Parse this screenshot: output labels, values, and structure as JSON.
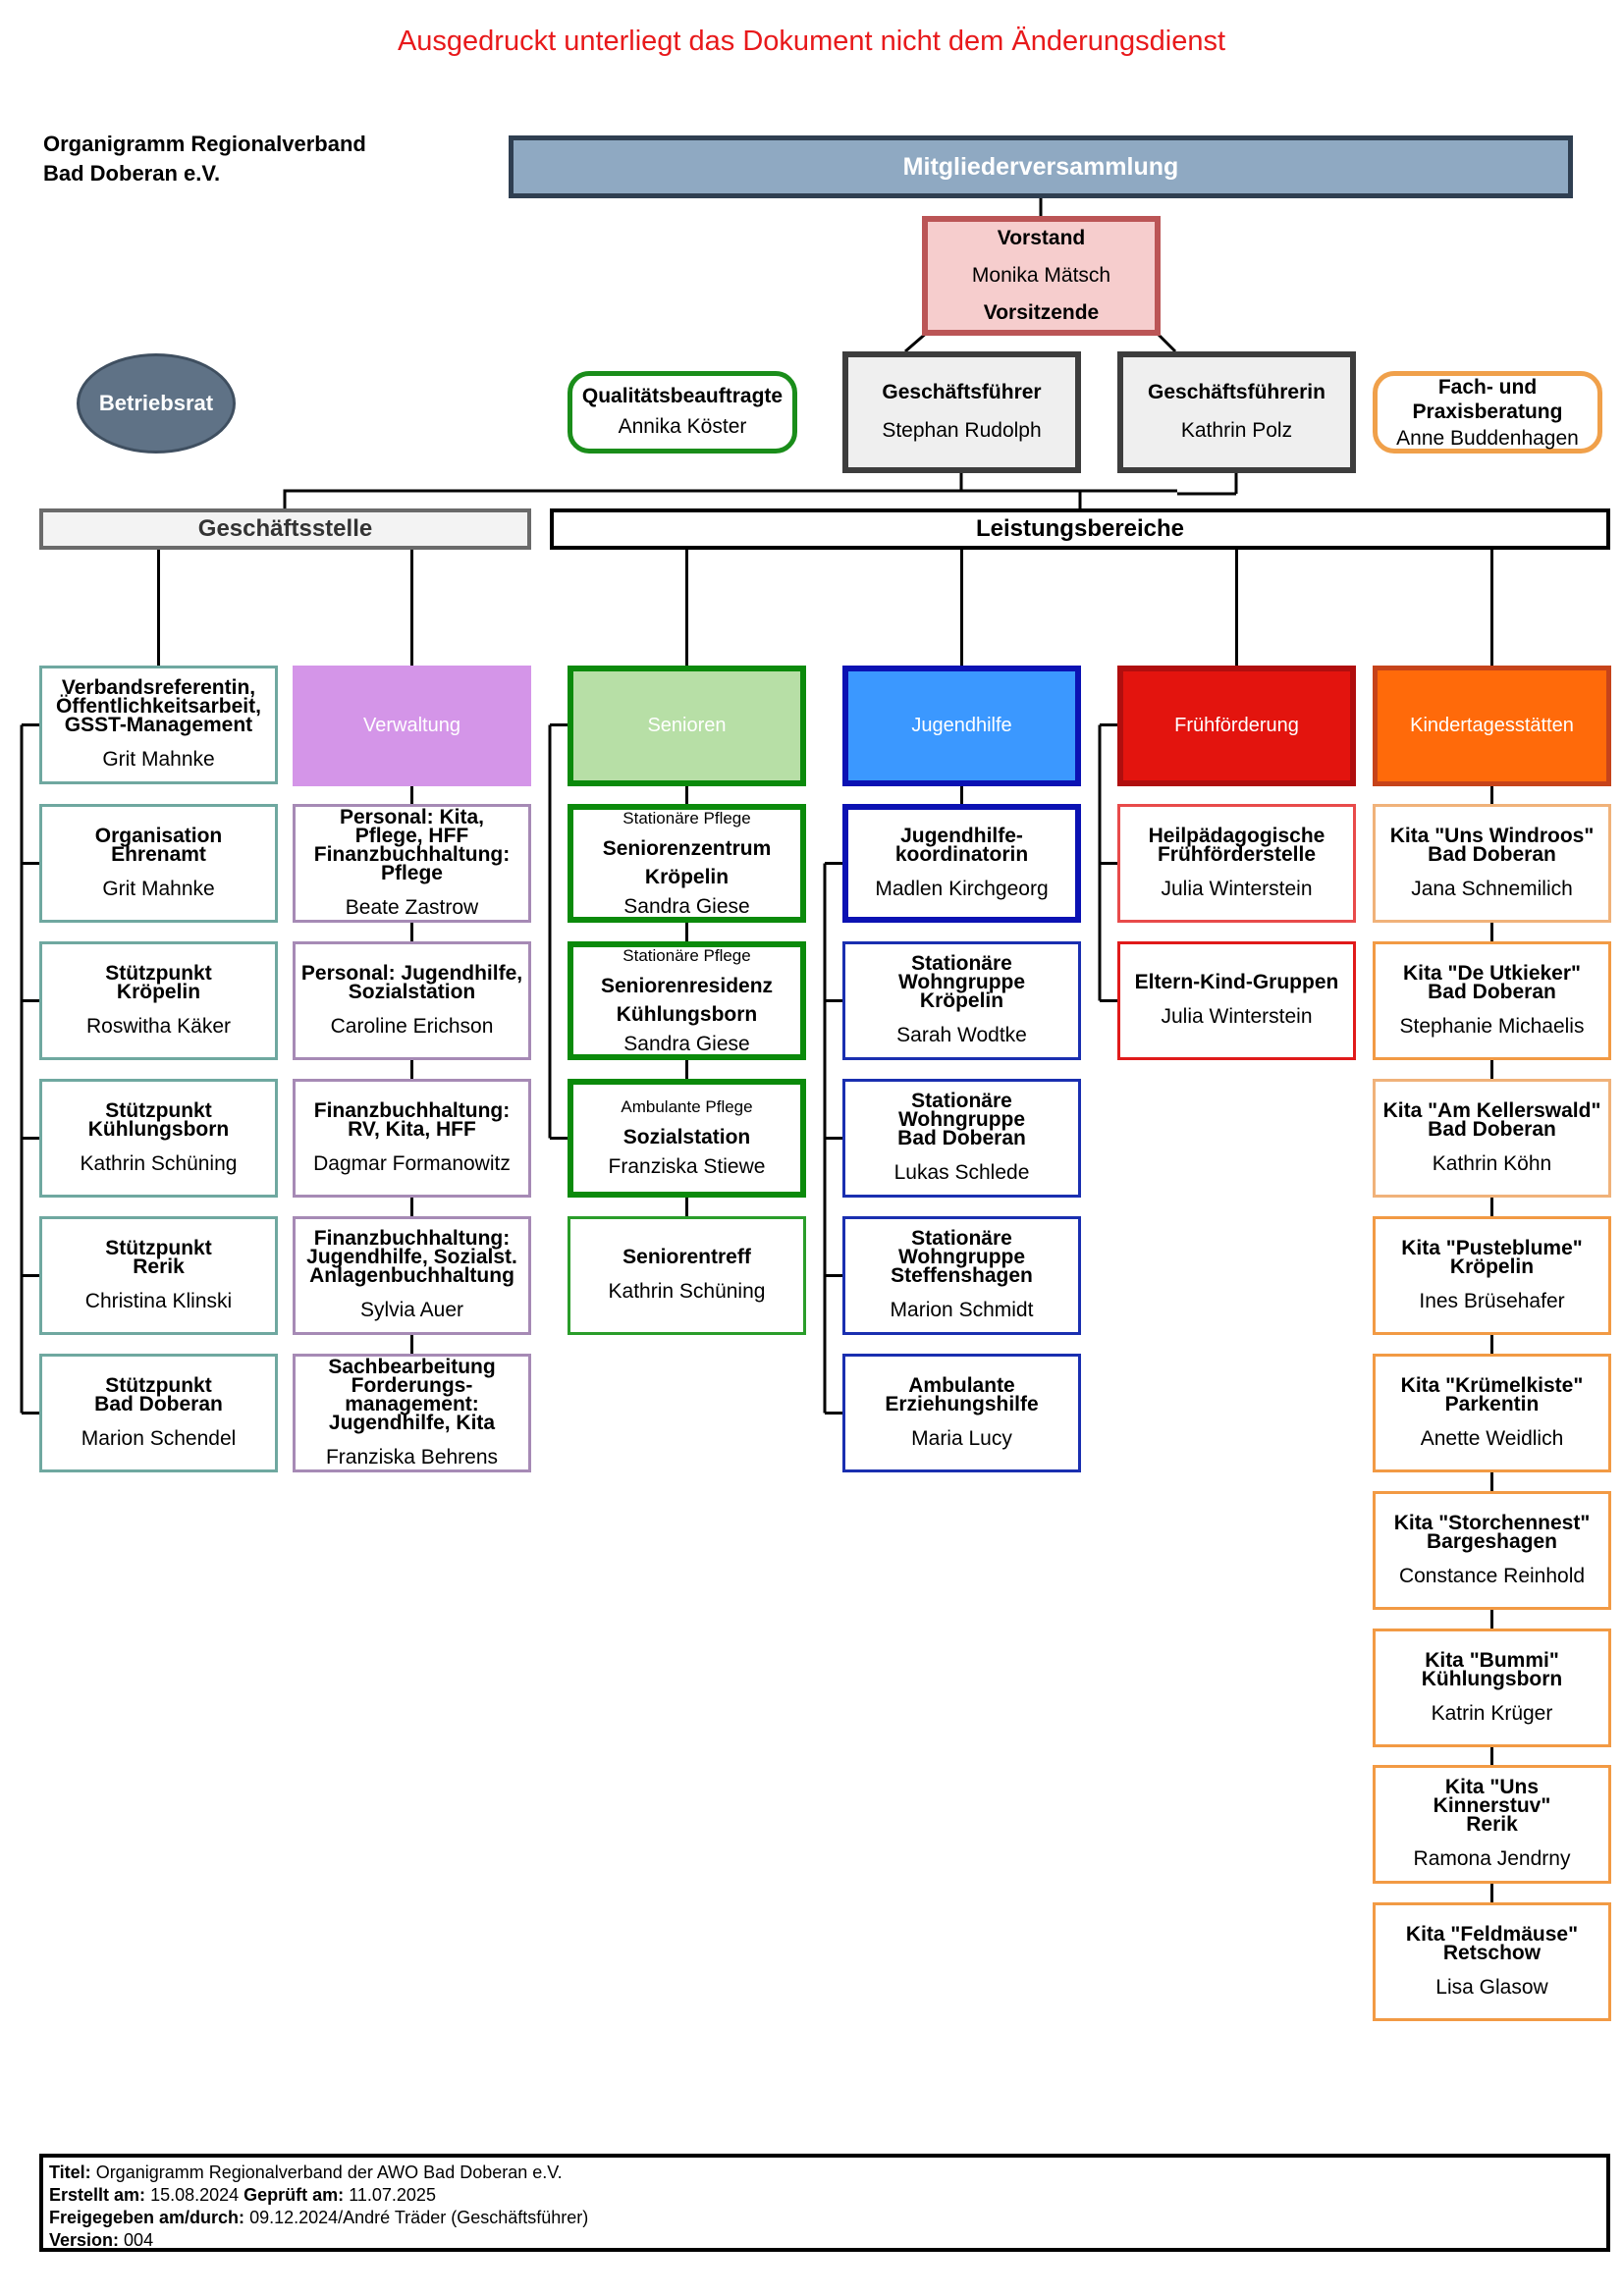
{
  "notice": "Ausgedruckt unterliegt das Dokument nicht dem Änderungsdienst",
  "doc_title": {
    "line1": "Organigramm Regionalverband",
    "line2": "Bad Doberan e.V."
  },
  "top": {
    "mitgliederversammlung": "Mitgliederversammlung",
    "vorstand": {
      "title": "Vorstand",
      "name": "Monika Mätsch",
      "role": "Vorsitzende"
    },
    "gf1": {
      "title": "Geschäftsführer",
      "name": "Stephan Rudolph"
    },
    "gf2": {
      "title": "Geschäftsführerin",
      "name": "Kathrin Polz"
    },
    "betriebsrat": "Betriebsrat",
    "qualitaet": {
      "title": "Qualitätsbeauftragte",
      "name": "Annika Köster"
    },
    "fach": {
      "title": "Fach- und Praxisberatung",
      "name": "Anne Buddenhagen"
    }
  },
  "bars": {
    "geschaeftsstelle": "Geschäftsstelle",
    "leistungsbereiche": "Leistungsbereiche"
  },
  "colors": {
    "teal": "#6fa8a0",
    "violet": "#a68ab5",
    "violet_fill": "#d495e8",
    "green": "#0b8a0b",
    "green_fill": "#b7dfa6",
    "green_light": "#2a9d2a",
    "blue": "#0b12b3",
    "blue_fill": "#3b98ff",
    "blue_border": "#1a2fb0",
    "red": "#b00e0e",
    "red_fill": "#e3140e",
    "red_light": "#e84a4a",
    "red_mid": "#e01a1a",
    "orange": "#c6431a",
    "orange_fill": "#ff6a0a",
    "orange_light": "#f0b27a",
    "orange_mid": "#f29a44"
  },
  "columns": [
    {
      "key": "gs1",
      "header": null,
      "items": [
        {
          "title": "Verbandsreferentin,\nÖffentlichkeitsarbeit,\nGSST-Management",
          "name": "Grit Mahnke"
        },
        {
          "title": "Organisation\nEhrenamt",
          "name": "Grit Mahnke"
        },
        {
          "title": "Stützpunkt\nKröpelin",
          "name": "Roswitha Käker"
        },
        {
          "title": "Stützpunkt\nKühlungsborn",
          "name": "Kathrin Schüning"
        },
        {
          "title": "Stützpunkt\nRerik",
          "name": "Christina Klinski"
        },
        {
          "title": "Stützpunkt\nBad Doberan",
          "name": "Marion Schendel"
        }
      ]
    },
    {
      "key": "verwaltung",
      "header": "Verwaltung",
      "items": [
        {
          "title": "Personal: Kita,\nPflege,  HFF\nFinanzbuchhaltung:\nPflege",
          "name": "Beate Zastrow"
        },
        {
          "title": "Personal: Jugendhilfe,\nSozialstation",
          "name": "Caroline Erichson"
        },
        {
          "title": "Finanzbuchhaltung:\nRV, Kita, HFF",
          "name": "Dagmar Formanowitz"
        },
        {
          "title": "Finanzbuchhaltung:\nJugendhilfe, Sozialst.\nAnlagenbuchhaltung",
          "name": "Sylvia Auer"
        },
        {
          "title": "Sachbearbeitung\nForderungs-\nmanagement:\nJugendhilfe, Kita",
          "name": "Franziska Behrens"
        }
      ]
    },
    {
      "key": "senioren",
      "header": "Senioren",
      "items": [
        {
          "subtitle": "Stationäre Pflege",
          "title": "Seniorenzentrum\nKröpelin",
          "name": "Sandra Giese"
        },
        {
          "subtitle": "Stationäre Pflege",
          "title": "Seniorenresidenz\nKühlungsborn",
          "name": "Sandra Giese"
        },
        {
          "subtitle": "Ambulante Pflege",
          "title": "Sozialstation",
          "name": "Franziska Stiewe"
        },
        {
          "title": "Seniorentreff",
          "name": "Kathrin Schüning"
        }
      ]
    },
    {
      "key": "jugendhilfe",
      "header": "Jugendhilfe",
      "items": [
        {
          "title": "Jugendhilfe-\nkoordinatorin",
          "name": "Madlen Kirchgeorg"
        },
        {
          "title": "Stationäre\nWohngruppe\nKröpelin",
          "name": "Sarah Wodtke"
        },
        {
          "title": "Stationäre\nWohngruppe\nBad Doberan",
          "name": "Lukas Schlede"
        },
        {
          "title": "Stationäre\nWohngruppe\nSteffenshagen",
          "name": "Marion Schmidt"
        },
        {
          "title": "Ambulante\nErziehungshilfe",
          "name": "Maria Lucy"
        }
      ]
    },
    {
      "key": "fruehfoerderung",
      "header": "Frühförderung",
      "items": [
        {
          "title": "Heilpädagogische\nFrühförderstelle",
          "name": "Julia Winterstein"
        },
        {
          "title": "Eltern-Kind-Gruppen",
          "name": "Julia Winterstein"
        }
      ]
    },
    {
      "key": "kitas",
      "header": "Kindertagesstätten",
      "items": [
        {
          "title": "Kita \"Uns Windroos\"\nBad Doberan",
          "name": "Jana Schnemilich"
        },
        {
          "title": "Kita \"De Utkieker\"\nBad Doberan",
          "name": "Stephanie Michaelis"
        },
        {
          "title": "Kita \"Am Kellerswald\"\nBad Doberan",
          "name": "Kathrin Köhn"
        },
        {
          "title": "Kita \"Pusteblume\"\nKröpelin",
          "name": "Ines Brüsehafer"
        },
        {
          "title": "Kita \"Krümelkiste\"\nParkentin",
          "name": "Anette Weidlich"
        },
        {
          "title": "Kita \"Storchennest\"\nBargeshagen",
          "name": "Constance Reinhold"
        },
        {
          "title": "Kita \"Bummi\"\nKühlungsborn",
          "name": "Katrin Krüger"
        },
        {
          "title": "Kita \"Uns\nKinnerstuv\"\nRerik",
          "name": "Ramona Jendrny"
        },
        {
          "title": "Kita \"Feldmäuse\"\nRetschow",
          "name": "Lisa Glasow"
        }
      ]
    }
  ],
  "footer": {
    "titel_label": "Titel:",
    "titel": "Organigramm Regionalverband der AWO Bad Doberan e.V.",
    "erstellt_label": "Erstellt am:",
    "erstellt": "15.08.2024",
    "geprueft_label": "Geprüft am:",
    "geprueft": "11.07.2025",
    "freigegeben_label": "Freigegeben am/durch:",
    "freigegeben": "09.12.2024/André Träder (Geschäftsführer)",
    "version_label": "Version:",
    "version": "004"
  }
}
